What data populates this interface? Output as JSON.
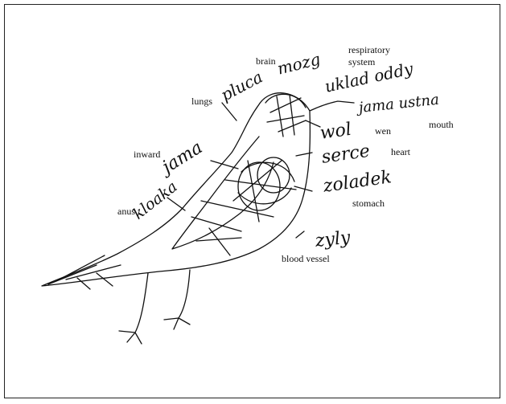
{
  "labels": {
    "brain": "brain",
    "respiratory": "respiratory",
    "system": "system",
    "lungs": "lungs",
    "mouth": "mouth",
    "inward": "inward",
    "wen": "wen",
    "heart": "heart",
    "anus": "anus",
    "stomach": "stomach",
    "blood_vessel": "blood vessel"
  },
  "handwriting": {
    "brain": "mozg",
    "respiratory": "uklad oddy",
    "lungs": "pluca",
    "mouth": "jama ustna",
    "wen": "wol",
    "inward": "jama",
    "heart": "serce",
    "stomach": "zoladek",
    "anus": "kloaka",
    "blood_vessel": "zyly"
  }
}
